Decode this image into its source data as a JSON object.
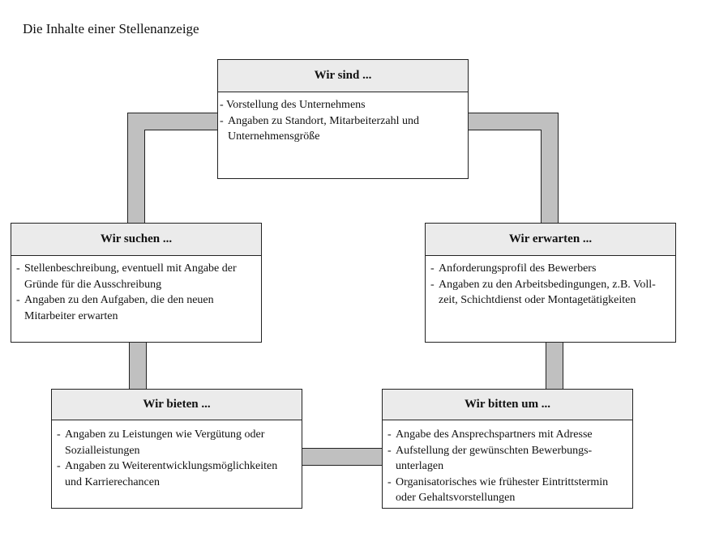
{
  "title": "Die Inhalte einer Stellenanzeige",
  "colors": {
    "connector": "#c0c0c0",
    "connector_border": "#222222",
    "header_bg": "#ebebeb"
  },
  "boxes": {
    "wir_sind": {
      "header": "Wir sind ...",
      "items": [
        "Vorstellung des Unternehmens",
        "Angaben zu Standort, Mitarbeiterzahl und Unternehmensgröße"
      ]
    },
    "wir_suchen": {
      "header": "Wir suchen ...",
      "items": [
        "Stellenbeschreibung, eventuell mit Angabe der Gründe für die Ausschreibung",
        "Angaben zu den Aufgaben, die den neuen Mitarbeiter erwarten"
      ]
    },
    "wir_erwarten": {
      "header": "Wir erwarten ...",
      "items": [
        "Anforderungsprofil des Bewerbers",
        "Angaben zu den Arbeitsbedingungen, z.B. Voll-zeit, Schichtdienst oder Montagetätigkeiten"
      ]
    },
    "wir_bieten": {
      "header": "Wir bieten ...",
      "items": [
        "Angaben zu Leistungen wie Vergütung oder Sozialleistungen",
        "Angaben zu Weiterentwicklungsmöglichkeiten und Karrierechancen"
      ]
    },
    "wir_bitten_um": {
      "header": "Wir bitten um ...",
      "items": [
        "Angabe des Ansprechspartners mit Adresse",
        "Aufstellung der gewünschten Bewerbungs-unterlagen",
        "Organisatorisches wie frühester Eintrittstermin oder Gehaltsvorstellungen"
      ]
    }
  }
}
